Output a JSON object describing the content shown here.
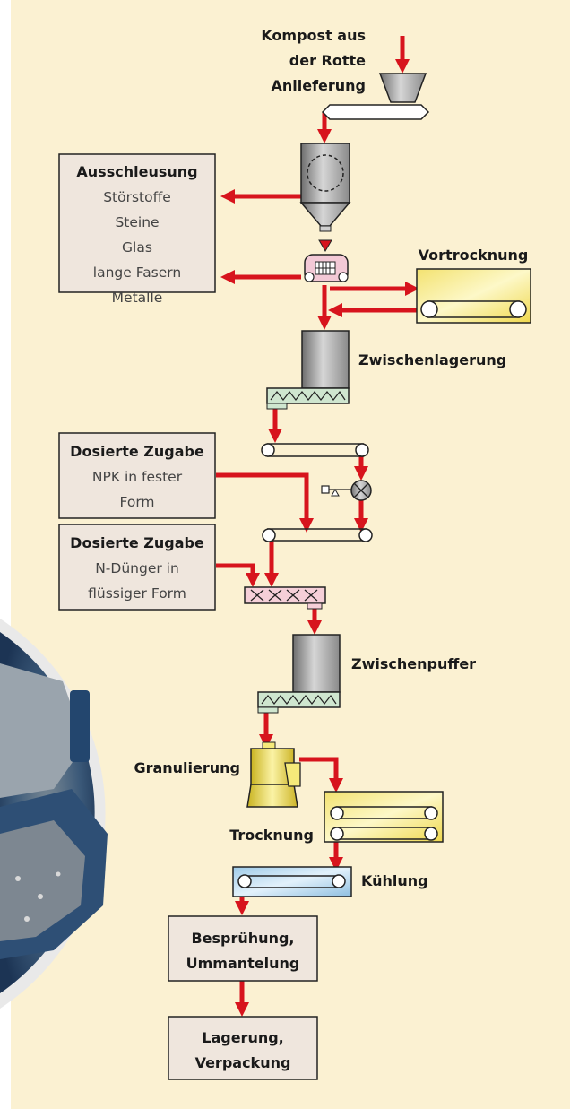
{
  "colors": {
    "background": "#fbf1d2",
    "arrow": "#d7141d",
    "box_fill": "#efe6dd",
    "machine_gray": "#9b9b9b",
    "yellow": "#f5ea7a",
    "green": "#cfe6cf",
    "pink": "#f5cfd8",
    "blue": "#b8d8ee"
  },
  "labels": {
    "input_line1": "Kompost aus",
    "input_line2": "der Rotte",
    "input_line3": "Anlieferung",
    "predrying": "Vortrocknung",
    "intermediate_storage": "Zwischenlagerung",
    "intermediate_buffer": "Zwischenpuffer",
    "granulation": "Granulierung",
    "drying": "Trocknung",
    "cooling": "Kühlung"
  },
  "boxes": {
    "removal": {
      "title": "Ausschleusung",
      "items": [
        "Störstoffe",
        "Steine",
        "Glas",
        "lange Fasern",
        "Metalle"
      ]
    },
    "dose1": {
      "title": "Dosierte Zugabe",
      "line1": "NPK in fester",
      "line2": "Form"
    },
    "dose2": {
      "title": "Dosierte Zugabe",
      "line1": "N-Dünger in",
      "line2": "flüssiger Form"
    },
    "spraying": {
      "line1": "Besprühung,",
      "line2": "Ummantelung"
    },
    "storage": {
      "line1": "Lagerung,",
      "line2": "Verpackung"
    }
  },
  "icons": {
    "photo": "granulator-drum-photo",
    "hopper": "hopper-icon",
    "separator": "sieve-drum-icon",
    "valve": "rotary-valve-icon"
  }
}
